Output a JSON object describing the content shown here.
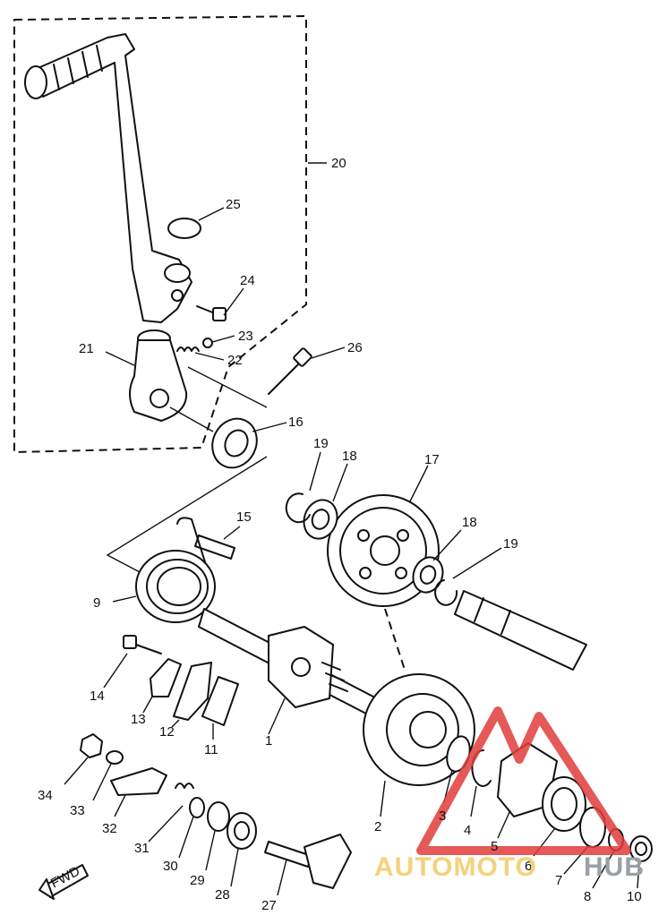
{
  "labels": {
    "n1": "1",
    "n2": "2",
    "n3": "3",
    "n4": "4",
    "n5": "5",
    "n6": "6",
    "n7": "7",
    "n8": "8",
    "n9": "9",
    "n10": "10",
    "n11": "11",
    "n12": "12",
    "n13": "13",
    "n14": "14",
    "n15": "15",
    "n16": "16",
    "n17": "17",
    "n18a": "18",
    "n18b": "18",
    "n19a": "19",
    "n19b": "19",
    "n20": "20",
    "n21": "21",
    "n22": "22",
    "n23": "23",
    "n24": "24",
    "n25": "25",
    "n26": "26",
    "n27": "27",
    "n28": "28",
    "n29": "29",
    "n30": "30",
    "n31": "31",
    "n32": "32",
    "n33": "33",
    "n34": "34"
  },
  "direction_tag": "FWD",
  "watermark": {
    "part1": "AUTOMOTO",
    "part2": "HUB",
    "colors": [
      "#f3d27a",
      "#9aa0a6",
      "#e03c3c"
    ]
  }
}
